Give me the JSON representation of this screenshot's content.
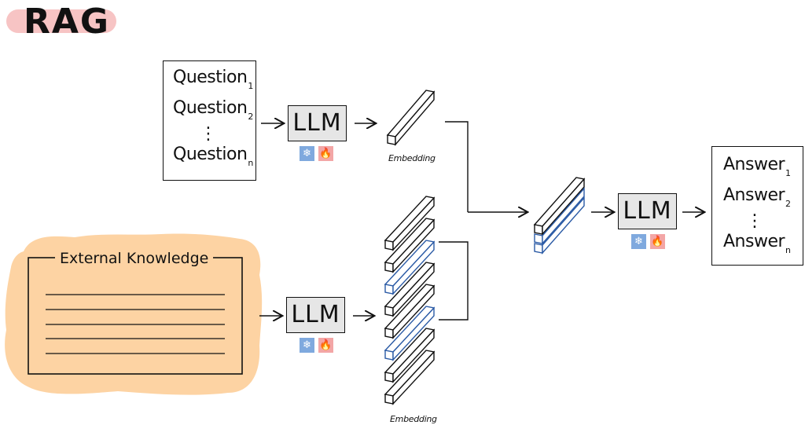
{
  "title": "RAG",
  "questions": {
    "items": [
      {
        "text": "Question",
        "sub": "1"
      },
      {
        "text": "Question",
        "sub": "2"
      },
      {
        "text": "Question",
        "sub": "n"
      }
    ],
    "ellipsis": "⋮"
  },
  "answers": {
    "items": [
      {
        "text": "Answer",
        "sub": "1"
      },
      {
        "text": "Answer",
        "sub": "2"
      },
      {
        "text": "Answer",
        "sub": "n"
      }
    ],
    "ellipsis": "⋮"
  },
  "external_knowledge": {
    "title": "External Knowledge"
  },
  "llm": {
    "label": "LLM",
    "frozen_icon": "snowflake-icon",
    "trainable_icon": "fire-icon",
    "frozen_glyph": "❄",
    "trainable_glyph": "🔥"
  },
  "embedding_label": "Embedding",
  "colors": {
    "title_highlight": "#f7c4c4",
    "knowledge_fill": "#fdd3a3",
    "llm_fill": "#e6e6e6",
    "frozen_badge": "#7fa9de",
    "trainable_badge": "#f3a6a6",
    "retrieved_highlight": "#2a5aa5"
  }
}
